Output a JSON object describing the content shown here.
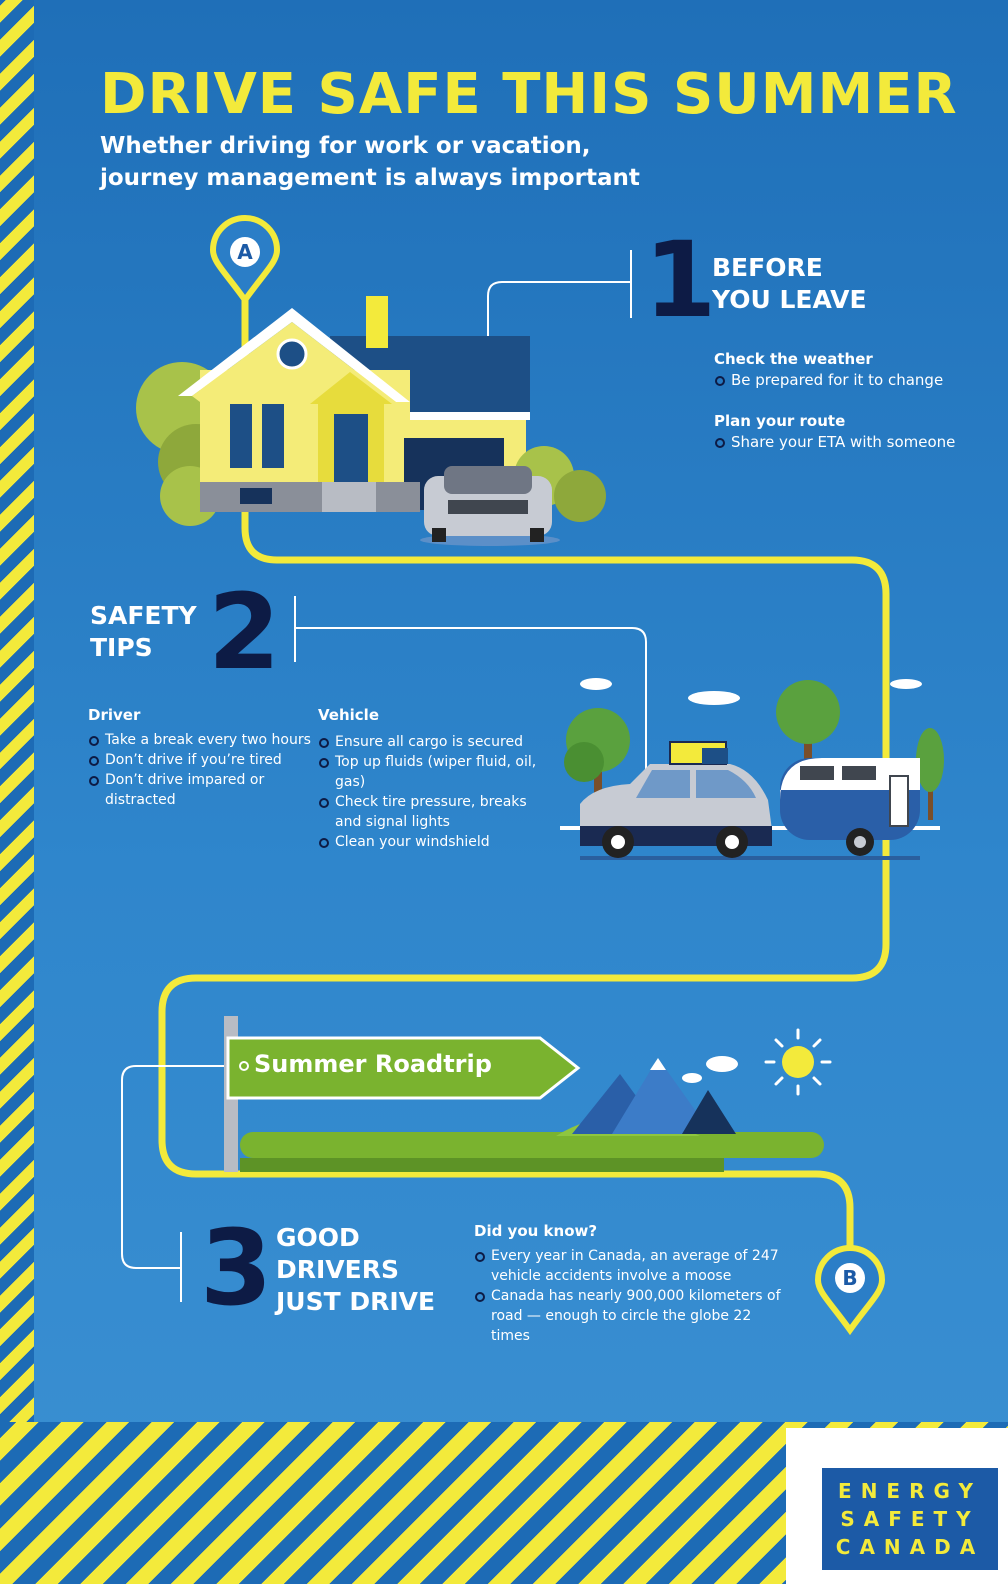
{
  "header": {
    "title": "DRIVE SAFE THIS SUMMER",
    "subtitle": "Whether driving for work or vacation, journey management is always important"
  },
  "pins": {
    "start": "A",
    "end": "B"
  },
  "section1": {
    "number": "1",
    "heading_line1": "BEFORE",
    "heading_line2": "YOU LEAVE",
    "groups": [
      {
        "title": "Check the weather",
        "items": [
          "Be prepared for it to change"
        ]
      },
      {
        "title": "Plan your route",
        "items": [
          "Share your ETA with someone"
        ]
      }
    ]
  },
  "section2": {
    "number": "2",
    "heading_line1": "SAFETY",
    "heading_line2": "TIPS",
    "driver": {
      "title": "Driver",
      "items": [
        "Take a break every two hours",
        "Don’t drive if you’re tired",
        "Don’t drive impared or distracted"
      ]
    },
    "vehicle": {
      "title": "Vehicle",
      "items": [
        "Ensure all cargo is secured",
        "Top up fluids (wiper fluid, oil, gas)",
        "Check tire pressure, breaks and signal lights",
        "Clean your windshield"
      ]
    }
  },
  "section3": {
    "number": "3",
    "heading_line1": "GOOD",
    "heading_line2": "DRIVERS",
    "heading_line3": "JUST DRIVE",
    "sign_label": "Summer Roadtrip",
    "facts_title": "Did you know?",
    "facts": [
      "Every year in Canada, an average of 247 vehicle accidents involve a moose",
      "Canada has nearly 900,000 kilometers of road — enough to circle the globe 22 times"
    ]
  },
  "logo": {
    "line1": "ENERGY",
    "line2": "SAFETY",
    "line3": "CANADA"
  },
  "colors": {
    "accent_yellow": "#f3ea3b",
    "background_blue": "#2f86cc",
    "dark_navy": "#0d1b45",
    "logo_blue": "#1c5aa6"
  }
}
